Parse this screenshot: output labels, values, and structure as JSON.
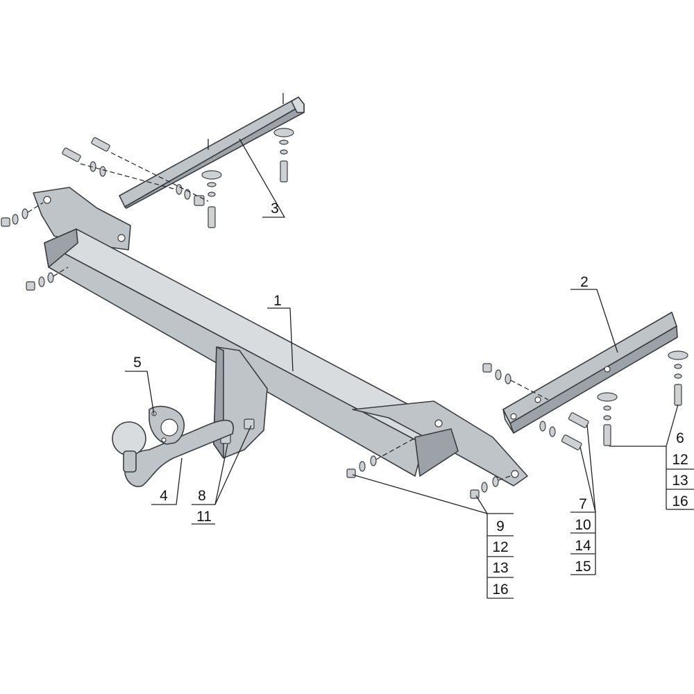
{
  "callouts": {
    "c1": "1",
    "c2": "2",
    "c3": "3",
    "c4": "4",
    "c5": "5",
    "c8": "8",
    "c11": "11",
    "stack_center": [
      "9",
      "12",
      "13",
      "16"
    ],
    "stack_right_mid": [
      "7",
      "10",
      "14",
      "15"
    ],
    "stack_right": [
      "6",
      "12",
      "13",
      "16"
    ]
  },
  "colors": {
    "metal": "#bfc4c8",
    "outline": "#3a3d40",
    "leader": "#222222"
  }
}
